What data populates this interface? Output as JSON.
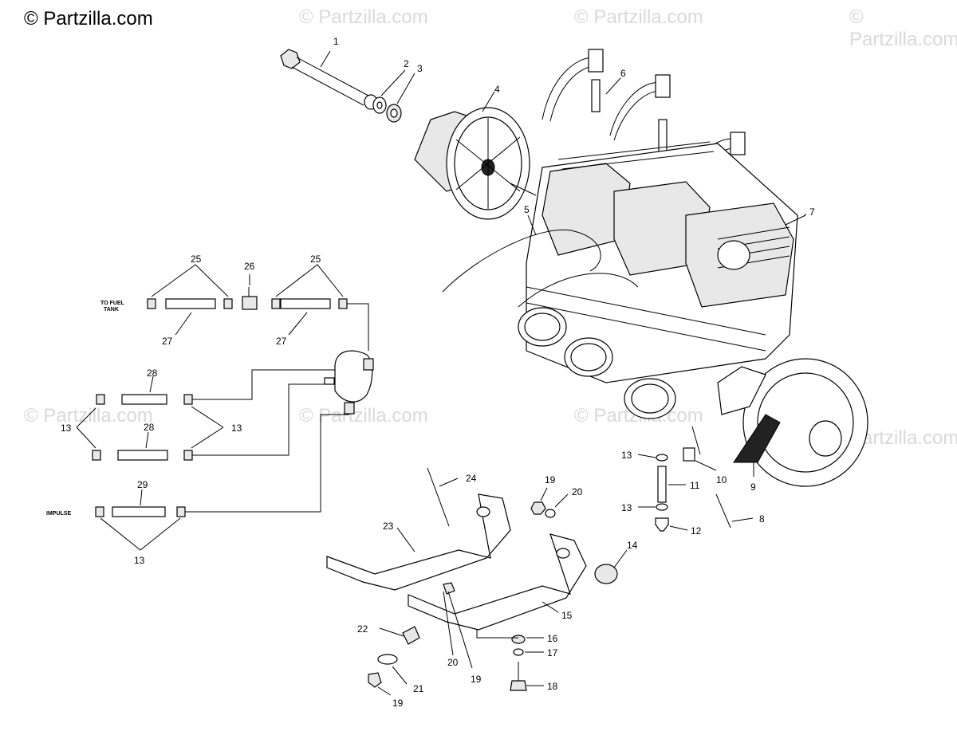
{
  "copyright": "© Partzilla.com",
  "watermarks": [
    "© Partzilla.com",
    "© Partzilla.com",
    "© Partzilla.com",
    "© Partzilla.com",
    "© Partzilla.com",
    "© Partzilla.com",
    "© Partzilla.com"
  ],
  "text_labels": {
    "to_fuel_tank": [
      "TO FUEL",
      "TANK"
    ],
    "impulse": "IMPULSE"
  },
  "callouts": [
    "1",
    "2",
    "3",
    "4",
    "5",
    "6",
    "7",
    "8",
    "9",
    "10",
    "11",
    "12",
    "13",
    "13",
    "13",
    "13",
    "13",
    "14",
    "15",
    "16",
    "17",
    "18",
    "19",
    "19",
    "19",
    "20",
    "20",
    "21",
    "22",
    "23",
    "24",
    "25",
    "25",
    "26",
    "27",
    "27",
    "28",
    "28",
    "29"
  ]
}
